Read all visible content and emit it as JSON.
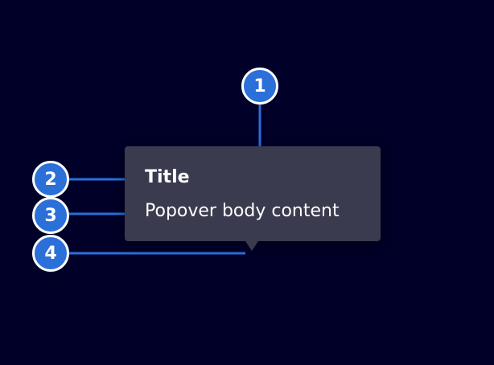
{
  "popover": {
    "title": "Title",
    "body": "Popover body content",
    "background_color": "#3b3b4f"
  },
  "markers": [
    {
      "label": "1",
      "target": "popover-container"
    },
    {
      "label": "2",
      "target": "popover-title"
    },
    {
      "label": "3",
      "target": "popover-body"
    },
    {
      "label": "4",
      "target": "popover-arrow"
    }
  ],
  "colors": {
    "page_background": "#000028",
    "marker_fill": "#2b6fd8",
    "marker_border": "#ffffff",
    "connector_line": "#2b6fd8",
    "text": "#ffffff"
  }
}
